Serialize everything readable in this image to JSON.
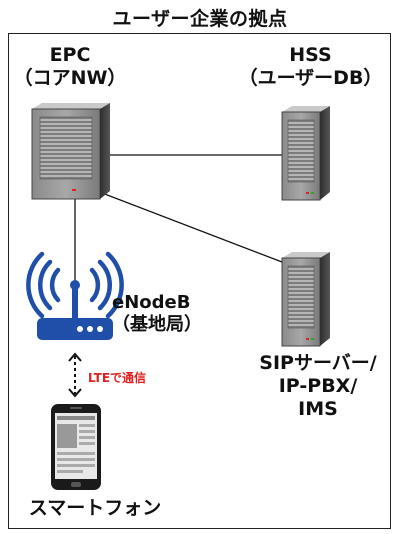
{
  "title": "ユーザー企業の拠点",
  "nodes": {
    "epc": {
      "line1": "EPC",
      "line2": "（コアNW）"
    },
    "hss": {
      "line1": "HSS",
      "line2": "（ユーザーDB）"
    },
    "enodeb": {
      "line1": "eNodeB",
      "line2": "（基地局）"
    },
    "sip": {
      "line1": "SIPサーバー/",
      "line2": "IP-PBX/",
      "line3": "IMS"
    },
    "phone": {
      "label": "スマートフォン"
    }
  },
  "link_labels": {
    "lte": "LTEで通信"
  },
  "colors": {
    "antenna": "#1f4fa8",
    "lte_text": "#e02020",
    "server": "#6e6e6e"
  }
}
